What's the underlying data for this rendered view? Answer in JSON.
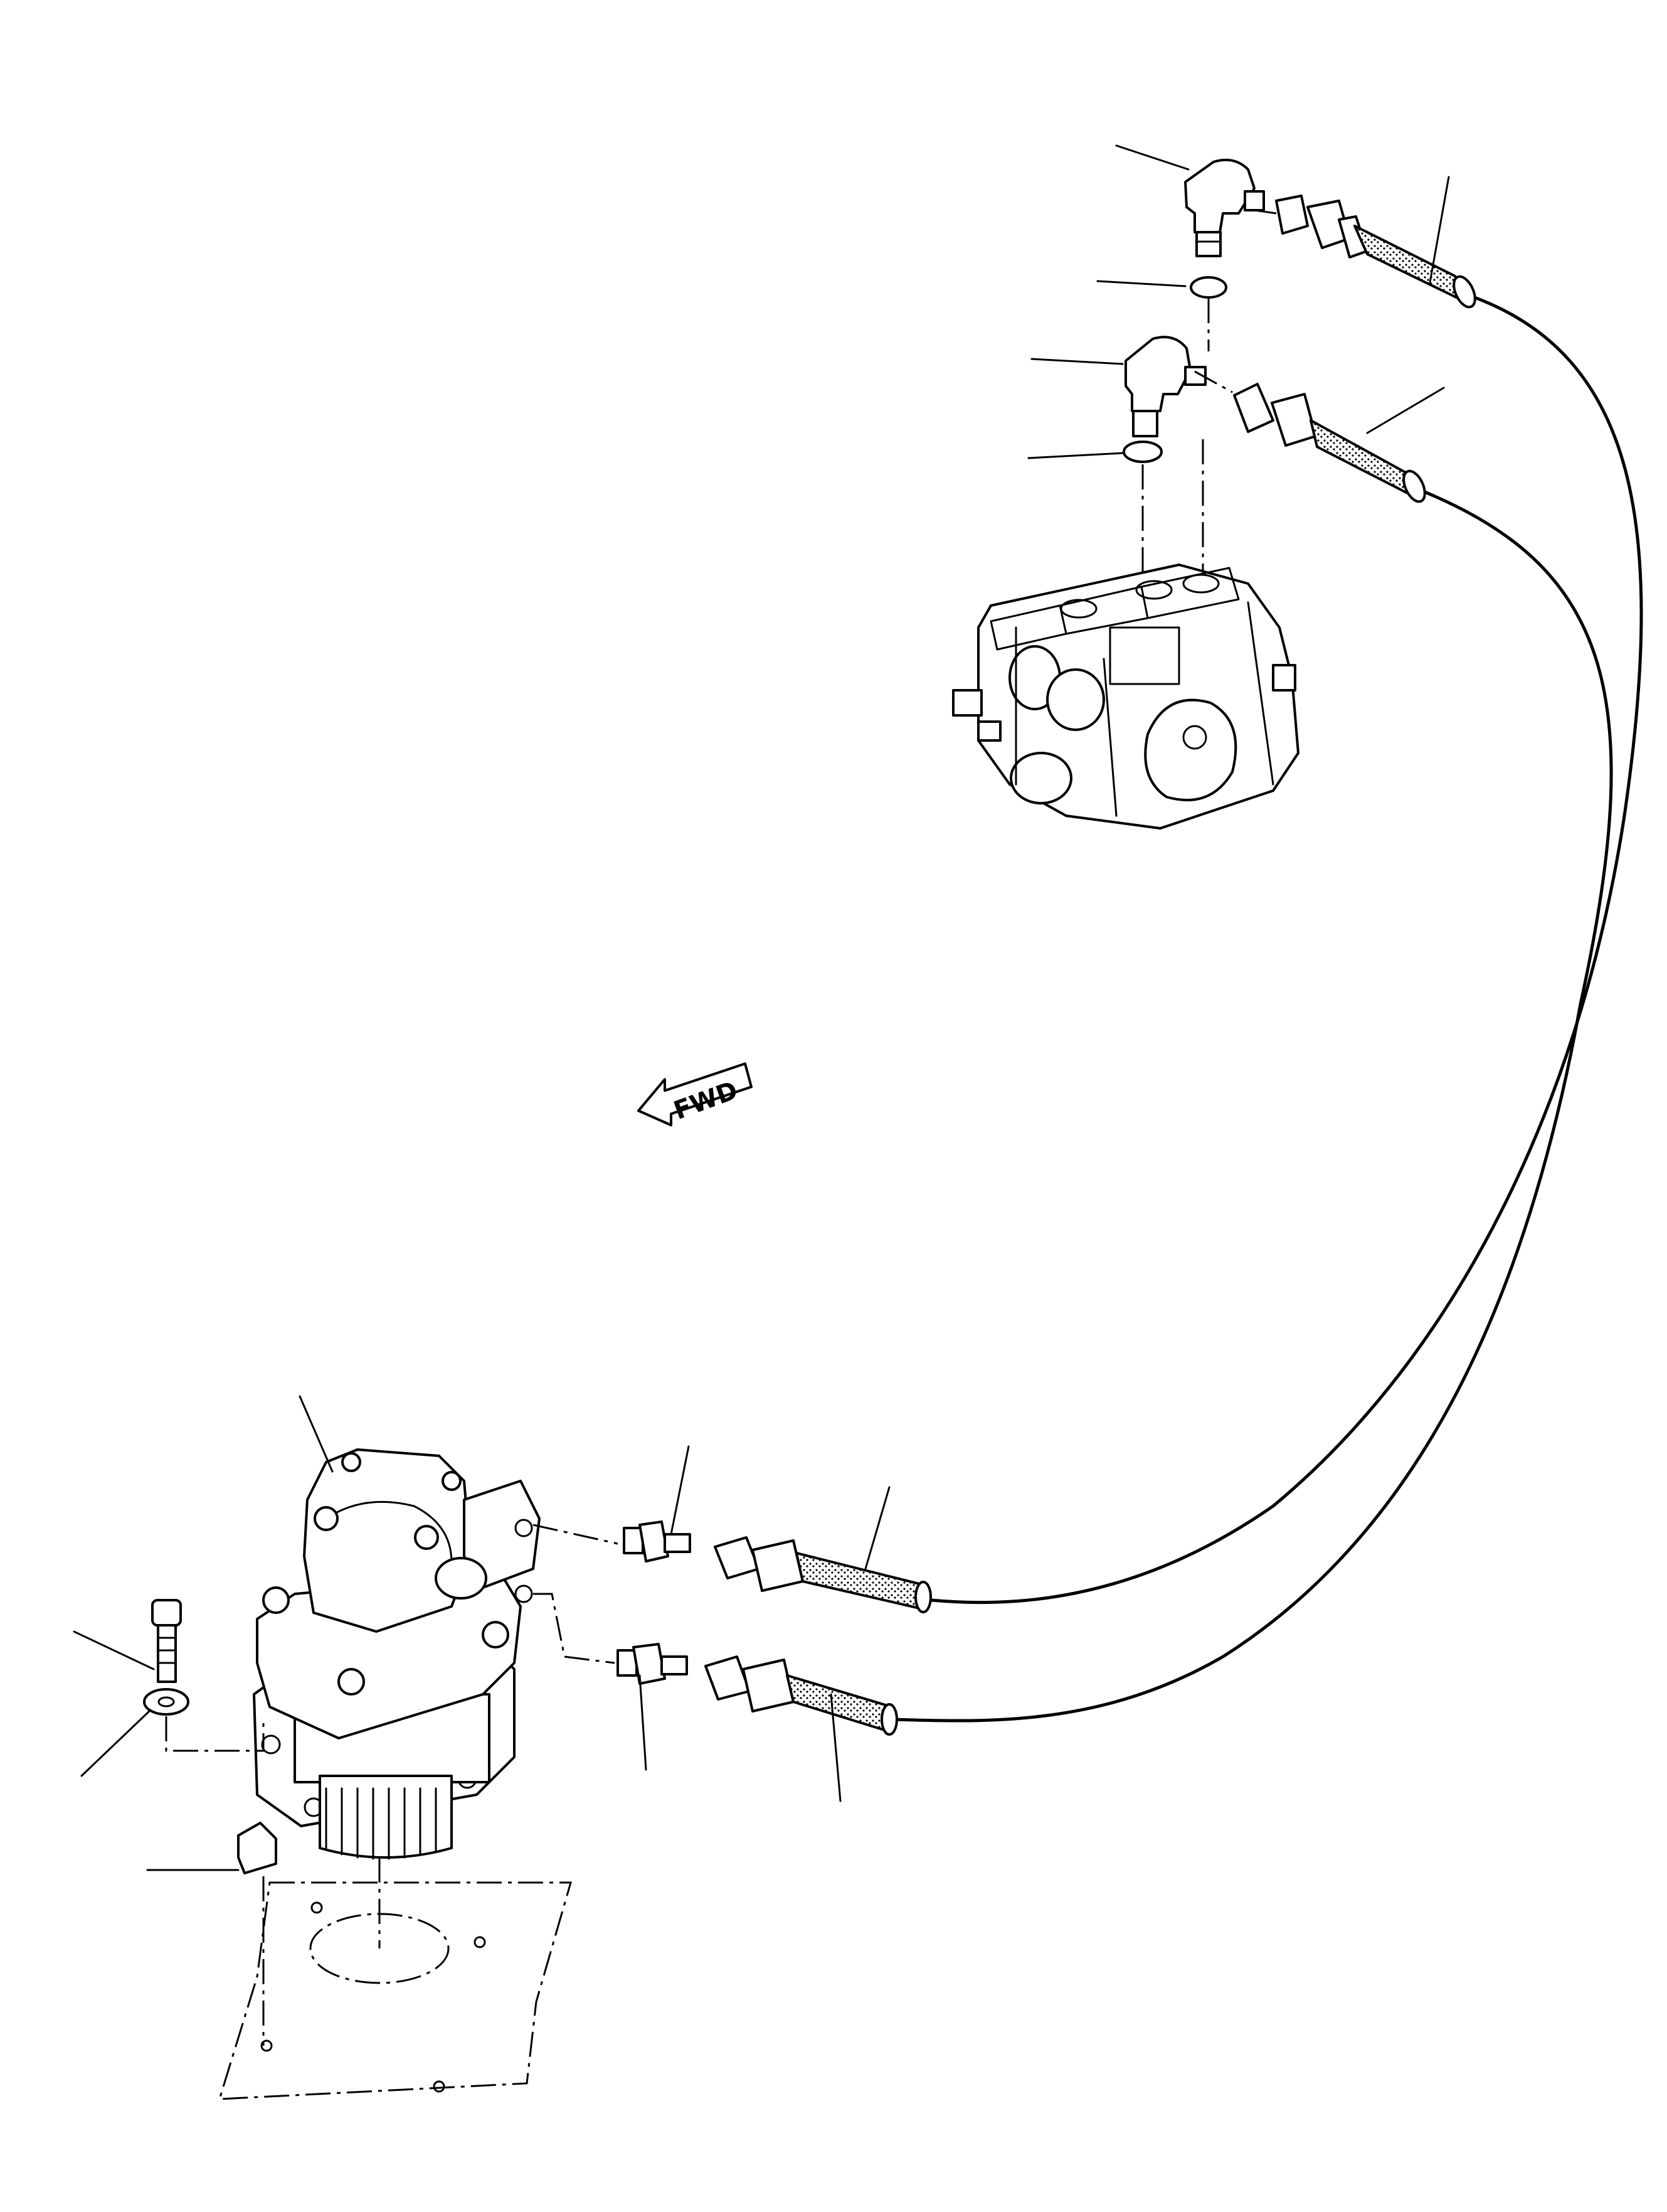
{
  "diagram": {
    "direction_marker": {
      "label": "FWD",
      "icon": "arrow-left-icon"
    },
    "components": [
      "upper-elbow-fitting",
      "upper-o-ring",
      "lower-elbow-fitting",
      "lower-o-ring",
      "control-valve",
      "hydraulic-motor",
      "upper-hose",
      "lower-hose",
      "upper-hose-adapter",
      "lower-hose-adapter",
      "mounting-bolt",
      "washer",
      "key",
      "mounting-plate"
    ],
    "colors": {
      "line": "#000000",
      "background": "#ffffff",
      "hose_fill": "#999999"
    }
  }
}
